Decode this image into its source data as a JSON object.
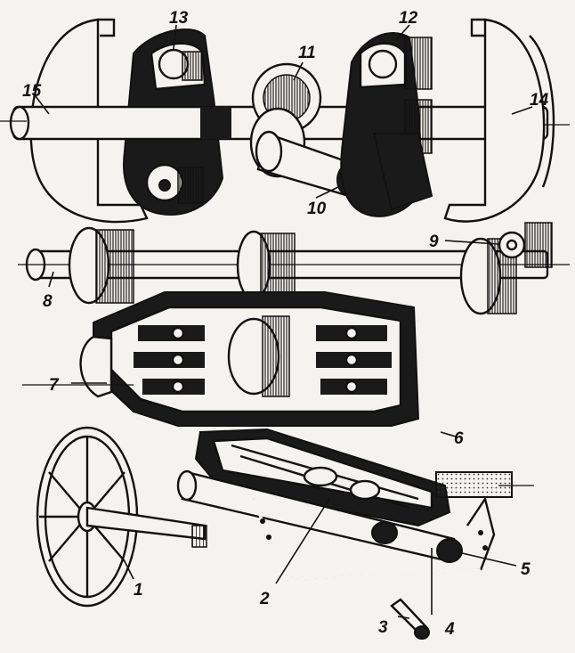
{
  "diagram": {
    "callouts": [
      {
        "id": "c1",
        "text": "1"
      },
      {
        "id": "c2",
        "text": "2"
      },
      {
        "id": "c3",
        "text": "3"
      },
      {
        "id": "c4",
        "text": "4"
      },
      {
        "id": "c5",
        "text": "5"
      },
      {
        "id": "c6",
        "text": "6"
      },
      {
        "id": "c7",
        "text": "7"
      },
      {
        "id": "c8",
        "text": "8"
      },
      {
        "id": "c9",
        "text": "9"
      },
      {
        "id": "c10",
        "text": "10"
      },
      {
        "id": "c11",
        "text": "11"
      },
      {
        "id": "c12",
        "text": "12"
      },
      {
        "id": "c13",
        "text": "13"
      },
      {
        "id": "c14",
        "text": "14"
      },
      {
        "id": "c15",
        "text": "15"
      }
    ],
    "colors": {
      "ink": "#111111",
      "paper": "#f4f3ef"
    }
  }
}
